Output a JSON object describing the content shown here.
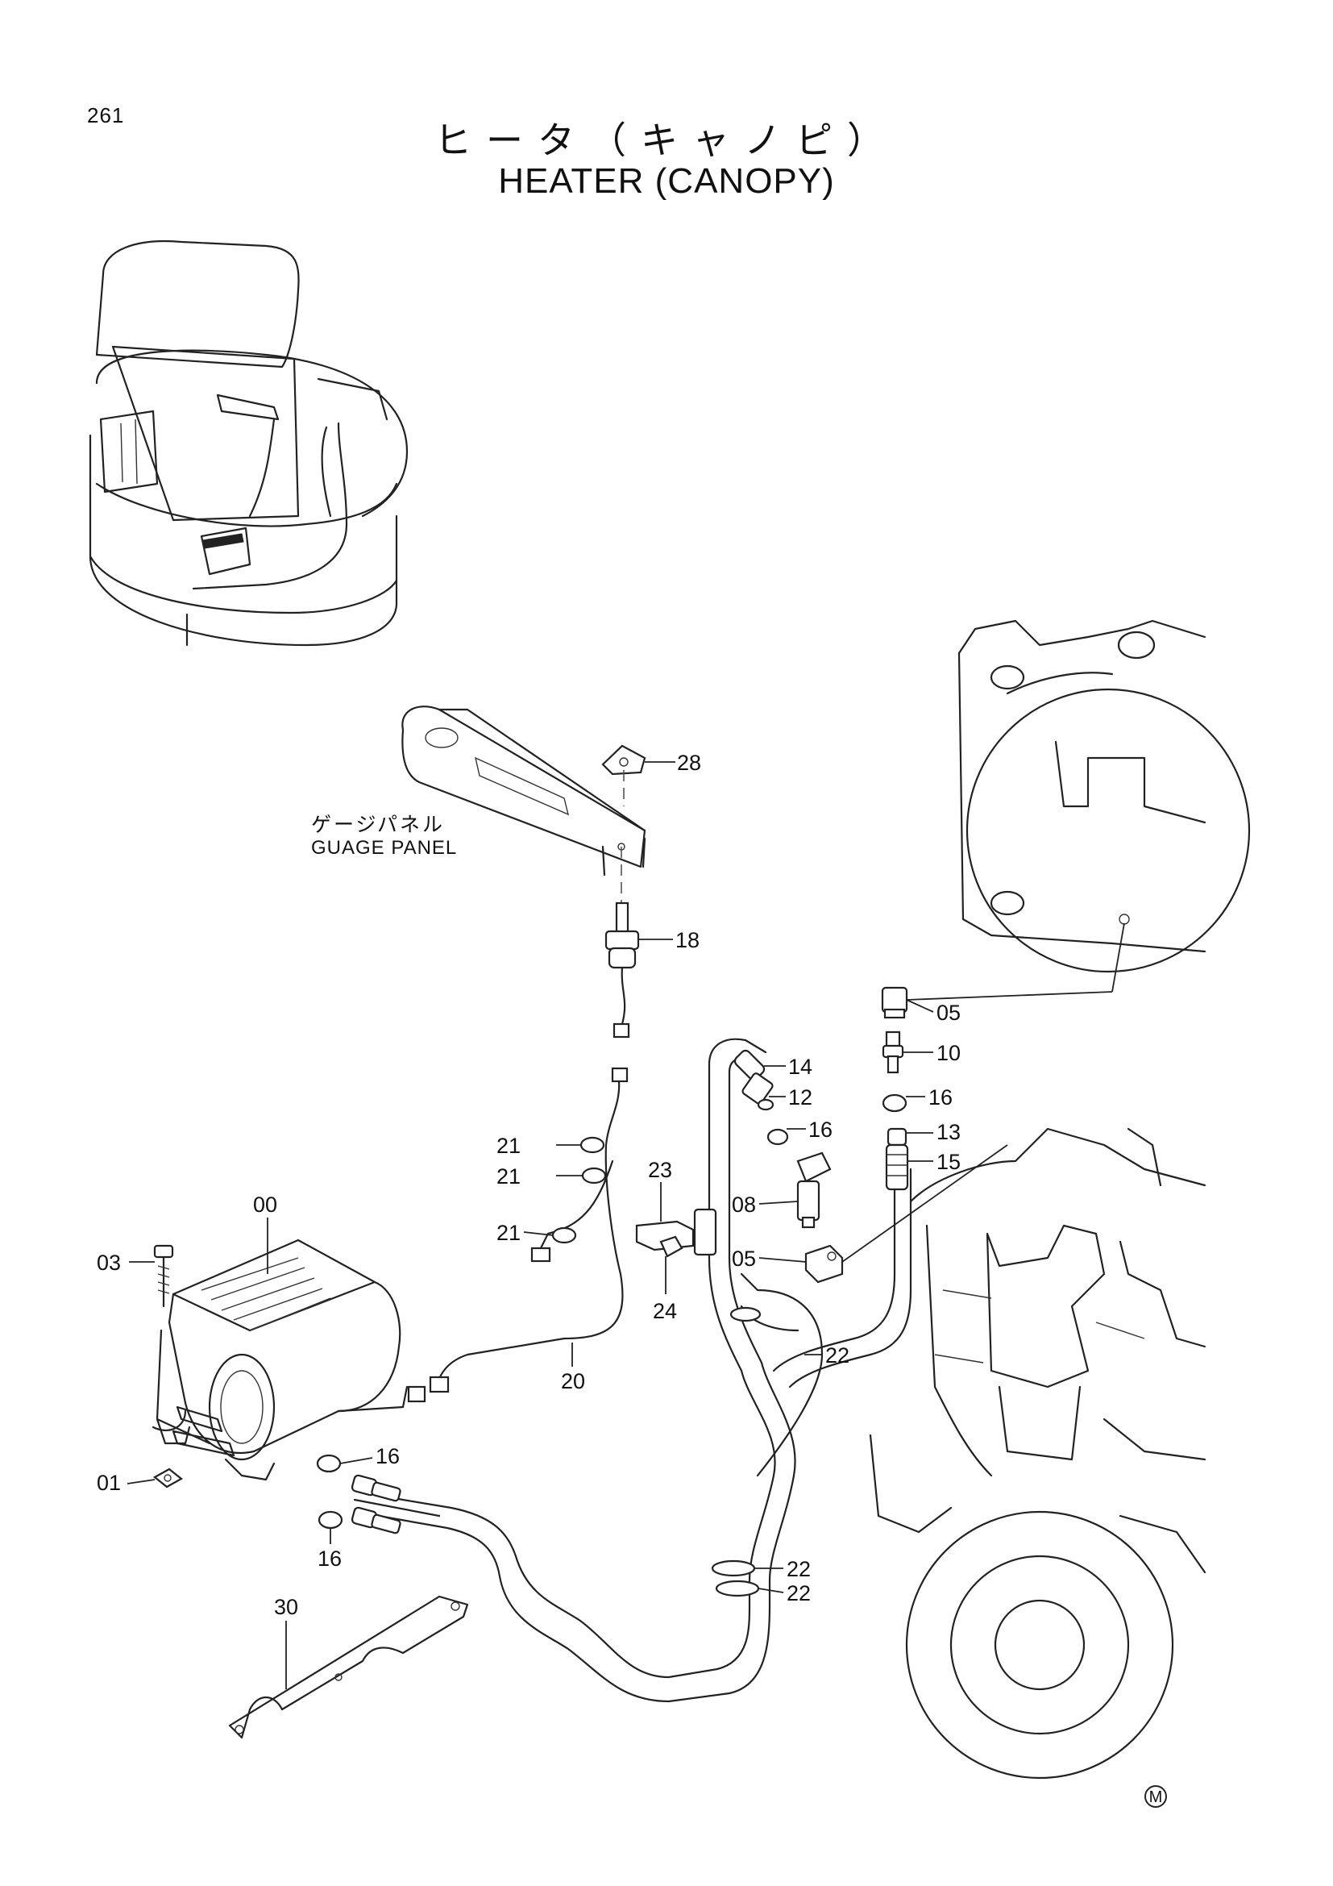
{
  "header": {
    "page_number": "261",
    "title_jp": "ヒータ（キャノピ）",
    "title_en": "HEATER (CANOPY)"
  },
  "callouts": {
    "gauge_panel_jp": "ゲージパネル",
    "gauge_panel_en": "GUAGE PANEL"
  },
  "parts": [
    {
      "id": "p28",
      "label": "28"
    },
    {
      "id": "p18",
      "label": "18"
    },
    {
      "id": "p05a",
      "label": "05"
    },
    {
      "id": "p10",
      "label": "10"
    },
    {
      "id": "p14",
      "label": "14"
    },
    {
      "id": "p12",
      "label": "12"
    },
    {
      "id": "p16a",
      "label": "16"
    },
    {
      "id": "p16b",
      "label": "16"
    },
    {
      "id": "p13",
      "label": "13"
    },
    {
      "id": "p15",
      "label": "15"
    },
    {
      "id": "p21a",
      "label": "21"
    },
    {
      "id": "p21b",
      "label": "21"
    },
    {
      "id": "p21c",
      "label": "21"
    },
    {
      "id": "p23",
      "label": "23"
    },
    {
      "id": "p08",
      "label": "08"
    },
    {
      "id": "p00",
      "label": "00"
    },
    {
      "id": "p03",
      "label": "03"
    },
    {
      "id": "p05b",
      "label": "05"
    },
    {
      "id": "p24",
      "label": "24"
    },
    {
      "id": "p22a",
      "label": "22"
    },
    {
      "id": "p20",
      "label": "20"
    },
    {
      "id": "p16c",
      "label": "16"
    },
    {
      "id": "p01",
      "label": "01"
    },
    {
      "id": "p16d",
      "label": "16"
    },
    {
      "id": "p22b",
      "label": "22"
    },
    {
      "id": "p22c",
      "label": "22"
    },
    {
      "id": "p30",
      "label": "30"
    }
  ],
  "footer": {
    "mark": "M"
  }
}
